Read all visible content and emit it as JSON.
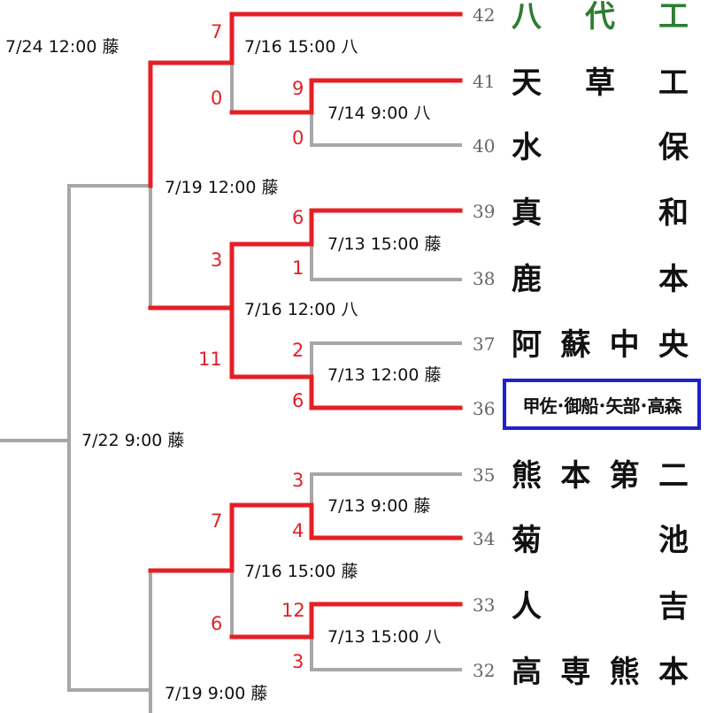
{
  "teams": [
    {
      "seed": "42",
      "name": "八代工",
      "color": "#2e7d32"
    },
    {
      "seed": "41",
      "name": "天草工"
    },
    {
      "seed": "40",
      "name": "水保"
    },
    {
      "seed": "39",
      "name": "真和"
    },
    {
      "seed": "38",
      "name": "鹿本"
    },
    {
      "seed": "37",
      "name": "阿蘇中央"
    },
    {
      "seed": "36",
      "name": "甲佐･御船･矢部･高森",
      "boxed": true,
      "box_color": "#1e22cc"
    },
    {
      "seed": "35",
      "name": "熊本第二"
    },
    {
      "seed": "34",
      "name": "菊池"
    },
    {
      "seed": "33",
      "name": "人吉"
    },
    {
      "seed": "32",
      "name": "高専熊本"
    }
  ],
  "matches": [
    {
      "id": "r1a",
      "info": "7/14 9:00 八",
      "scores": [
        "9",
        "0"
      ]
    },
    {
      "id": "r1b",
      "info": "7/13 15:00 藤",
      "scores": [
        "6",
        "1"
      ]
    },
    {
      "id": "r1c",
      "info": "7/13 12:00 藤",
      "scores": [
        "2",
        "6"
      ]
    },
    {
      "id": "r1d",
      "info": "7/13 9:00 藤",
      "scores": [
        "3",
        "4"
      ]
    },
    {
      "id": "r1e",
      "info": "7/13 15:00 八",
      "scores": [
        "12",
        "3"
      ]
    },
    {
      "id": "r2a",
      "info": "7/16 15:00 八",
      "scores": [
        "7",
        "0"
      ]
    },
    {
      "id": "r2b",
      "info": "7/16 12:00 八",
      "scores": [
        "3",
        "11"
      ]
    },
    {
      "id": "r2c",
      "info": "7/16 15:00 藤",
      "scores": [
        "7",
        "6"
      ]
    },
    {
      "id": "r3a",
      "info": "7/19 12:00 藤"
    },
    {
      "id": "r3b",
      "info": "7/19 9:00 藤"
    },
    {
      "id": "r4a",
      "info": "7/24 12:00 藤"
    },
    {
      "id": "r4b",
      "info": "7/22 9:00 藤"
    }
  ],
  "colors": {
    "winner_line": "#e41f26",
    "loser_line": "#a7a7a7",
    "score": "#e41f26"
  }
}
